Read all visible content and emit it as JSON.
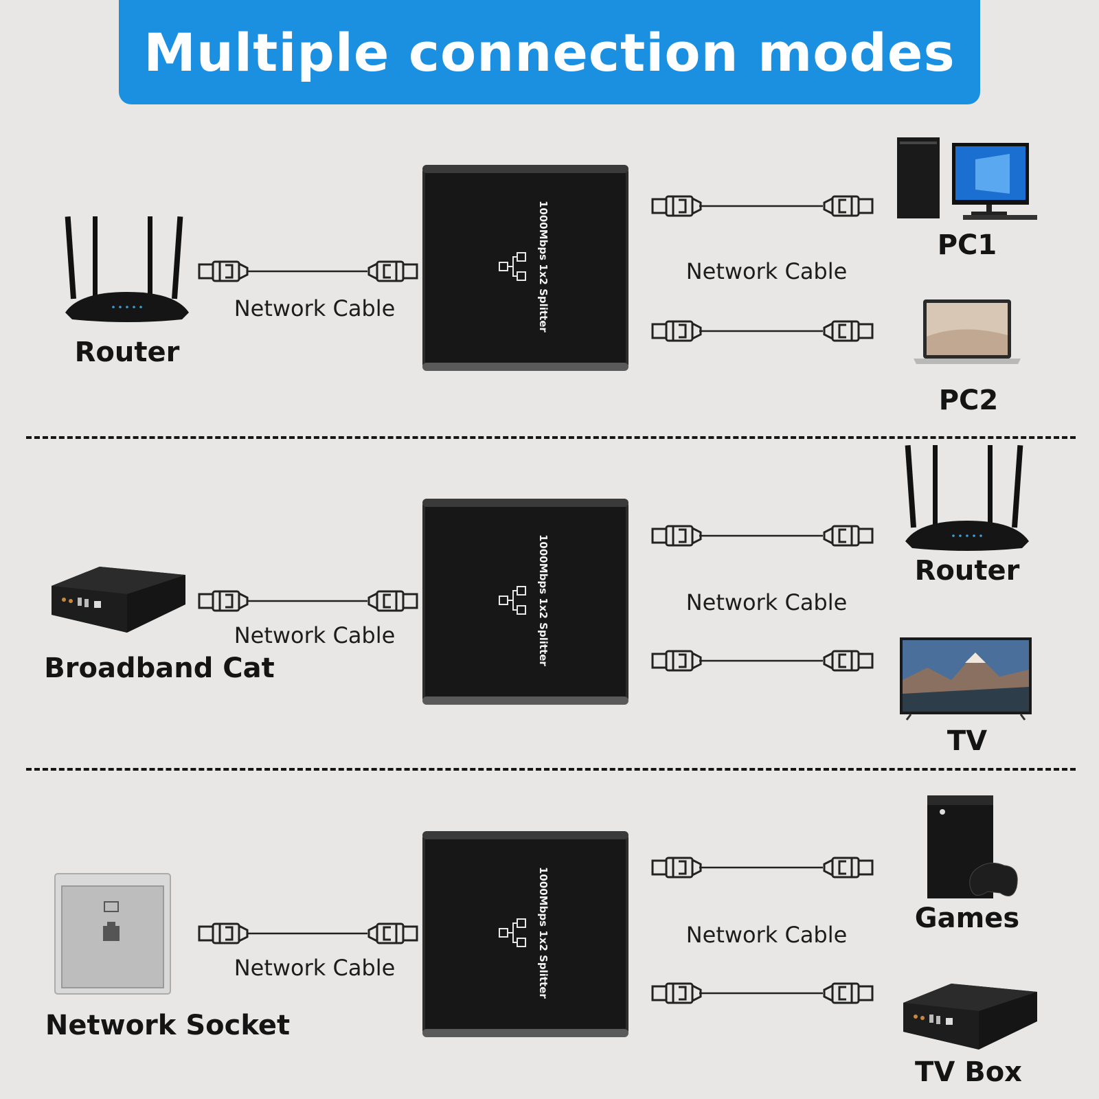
{
  "banner": {
    "title": "Multiple connection modes"
  },
  "colors": {
    "banner_blue": "#1b8fe0",
    "background": "#e8e7e5",
    "device_black": "#151515"
  },
  "splitter": {
    "label": "1000Mbps 1x2 Splitter",
    "icon": "network-icon"
  },
  "rows": [
    {
      "source": {
        "label": "Router",
        "icon": "router-icon"
      },
      "input_cable_label": "Network Cable",
      "output_cable_label": "Network Cable",
      "outputs": [
        {
          "label": "PC1",
          "icon": "desktop-pc-icon"
        },
        {
          "label": "PC2",
          "icon": "laptop-icon"
        }
      ]
    },
    {
      "source": {
        "label": "Broadband Cat",
        "icon": "modem-box-icon"
      },
      "input_cable_label": "Network Cable",
      "output_cable_label": "Network Cable",
      "outputs": [
        {
          "label": "Router",
          "icon": "router-icon"
        },
        {
          "label": "TV",
          "icon": "tv-icon"
        }
      ]
    },
    {
      "source": {
        "label": "Network Socket",
        "icon": "wall-socket-icon"
      },
      "input_cable_label": "Network Cable",
      "output_cable_label": "Network Cable",
      "outputs": [
        {
          "label": "Games",
          "icon": "game-console-icon"
        },
        {
          "label": "TV Box",
          "icon": "tv-box-icon"
        }
      ]
    }
  ]
}
